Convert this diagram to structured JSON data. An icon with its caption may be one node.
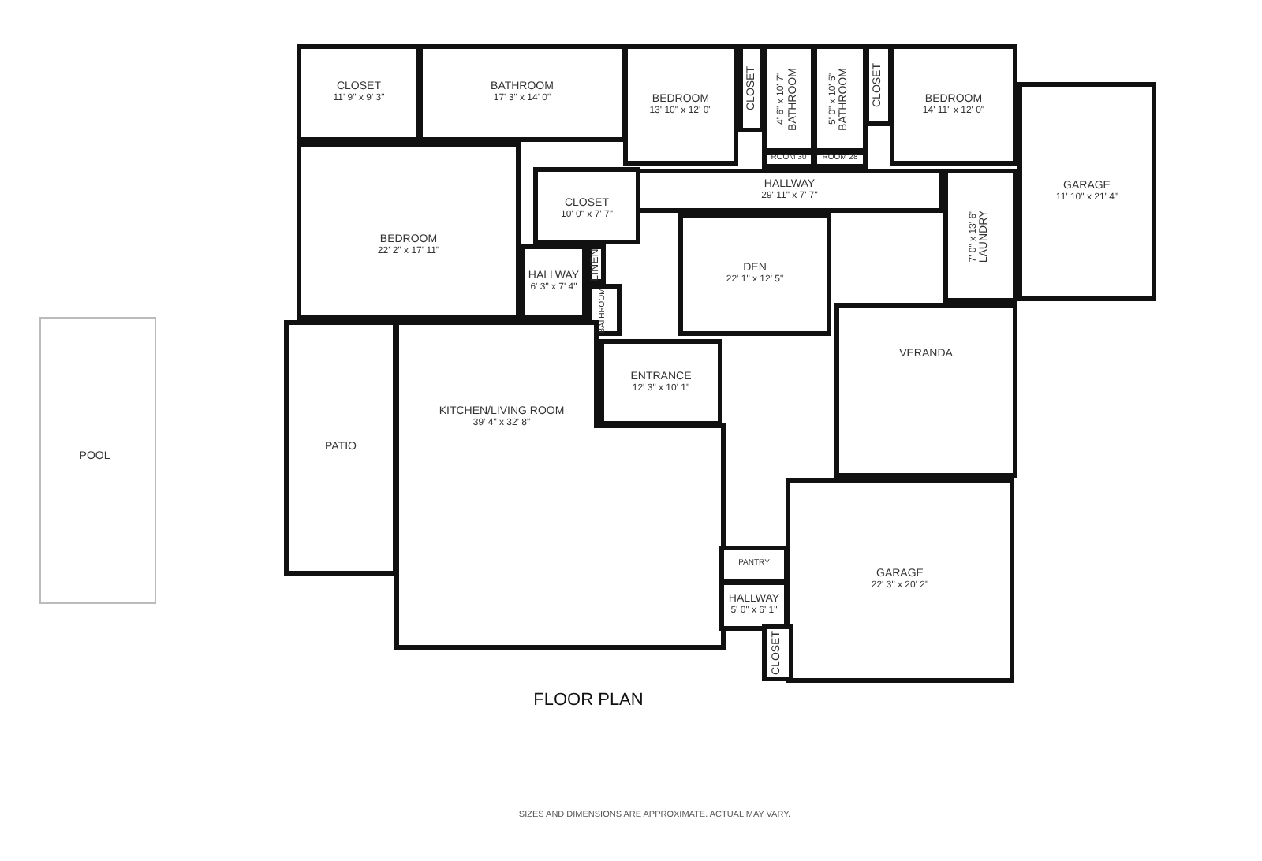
{
  "diagram": {
    "title": "FLOOR PLAN",
    "caption": "SIZES AND DIMENSIONS ARE APPROXIMATE. ACTUAL MAY VARY.",
    "nodes": [
      {
        "text": [
          "CLOSET",
          "11' 9\" x 9' 3\""
        ]
      },
      {
        "text": [
          "BATHROOM",
          "17' 3\" x 14' 0\""
        ]
      },
      {
        "text": [
          "BEDROOM",
          "13' 10\" x 12' 0\""
        ]
      },
      {
        "text": [
          "CLOSET"
        ]
      },
      {
        "text": [
          "BATHROOM",
          "4' 6\" x 10' 7\""
        ]
      },
      {
        "text": [
          "BATHROOM",
          "5' 0\" x 10' 5\""
        ]
      },
      {
        "text": [
          "CLOSET"
        ]
      },
      {
        "text": [
          "BEDROOM",
          "14' 11\" x 12' 0\""
        ]
      },
      {
        "text": [
          "ROOM 30"
        ]
      },
      {
        "text": [
          "ROOM 28"
        ]
      },
      {
        "text": [
          "GARAGE",
          "11' 10\" x 21' 4\""
        ]
      },
      {
        "text": [
          "HALLWAY",
          "29' 11\" x 7' 7\""
        ]
      },
      {
        "text": [
          "BEDROOM",
          "22' 2\" x 17' 11\""
        ]
      },
      {
        "text": [
          "CLOSET",
          "10' 0\" x 7' 7\""
        ]
      },
      {
        "text": [
          "LAUNDRY",
          "7' 0\" x 13' 6\""
        ]
      },
      {
        "text": [
          "LINEN"
        ]
      },
      {
        "text": [
          "DEN",
          "22' 1\" x 12' 5\""
        ]
      },
      {
        "text": [
          "HALLWAY",
          "6' 3\" x 7' 4\""
        ]
      },
      {
        "text": [
          "BATHROOM"
        ]
      },
      {
        "text": [
          "VERANDA"
        ]
      },
      {
        "text": [
          "POOL"
        ]
      },
      {
        "text": [
          "PATIO"
        ]
      },
      {
        "text": [
          "ENTRANCE",
          "12' 3\" x 10' 1\""
        ]
      },
      {
        "text": [
          "KITCHEN/LIVING ROOM",
          "39' 4\" x 32' 8\""
        ]
      },
      {
        "text": [
          "GARAGE",
          "22' 3\" x 20' 2\""
        ]
      },
      {
        "text": [
          "PANTRY"
        ]
      },
      {
        "text": [
          "HALLWAY",
          "5' 0\" x 6' 1\""
        ]
      },
      {
        "text": [
          "CLOSET"
        ]
      }
    ]
  }
}
